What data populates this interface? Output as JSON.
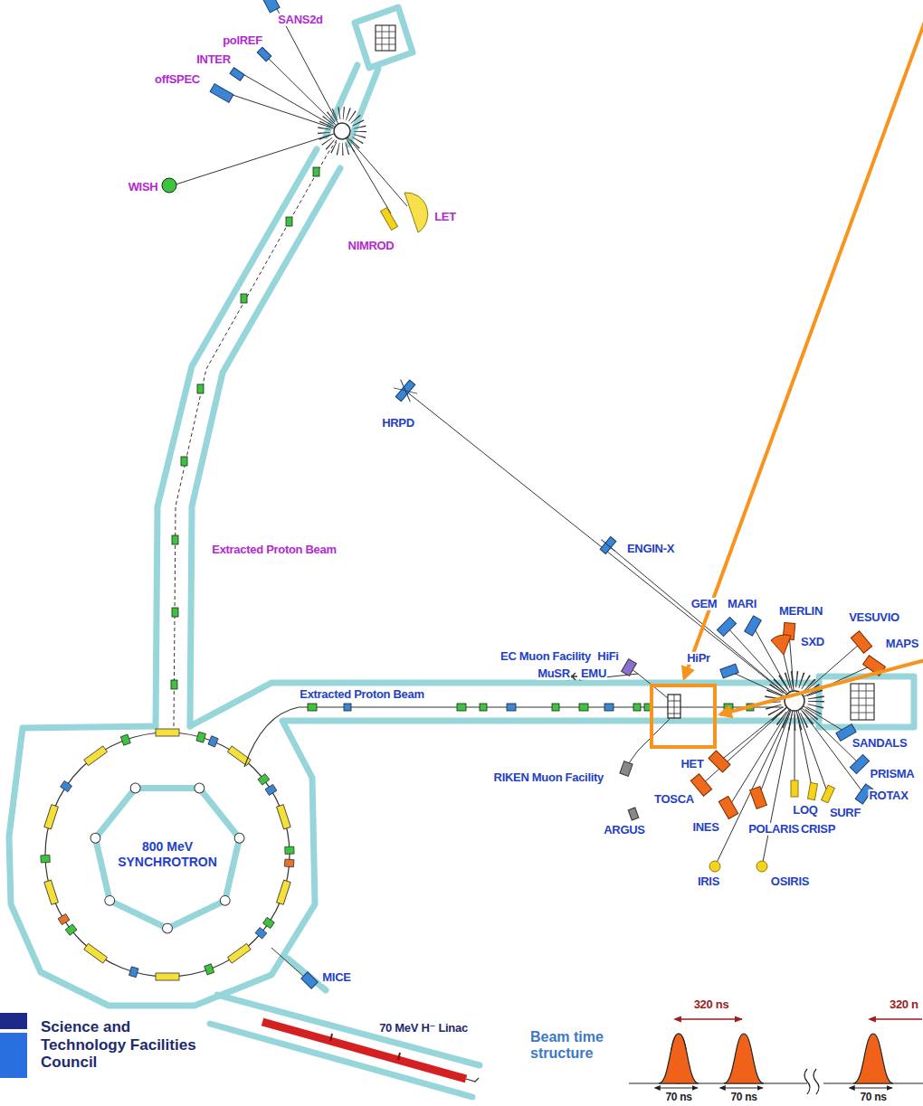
{
  "diagram": {
    "nodes": [
      {
        "text": [
          "800 MeV SYNCHROTRON"
        ]
      }
    ],
    "labels": [
      "SANS2d",
      "polREF",
      "INTER",
      "offSPEC",
      "WISH",
      "LET",
      "NIMROD",
      "HRPD",
      "Extracted Proton Beam",
      "ENGIN-X",
      "GEM",
      "MARI",
      "MERLIN",
      "VESUVIO",
      "SXD",
      "MAPS",
      "EC Muon Facility",
      "HiFi",
      "HiPr",
      "MuSR",
      "EMU",
      "Extracted Proton Beam",
      "SANDALS",
      "HET",
      "RIKEN Muon Facility",
      "PRISMA",
      "TOSCA",
      "ROTAX",
      "LOQ",
      "SURF",
      "ARGUS",
      "INES",
      "POLARIS",
      "CRISP",
      "IRIS",
      "OSIRIS",
      "MICE",
      "320 ns",
      "320 n",
      "Beam time structure",
      "Science and Technology Facilities Council",
      "70 MeV H⁻ Linac",
      "70 ns",
      "70 ns",
      "70 ns"
    ]
  }
}
